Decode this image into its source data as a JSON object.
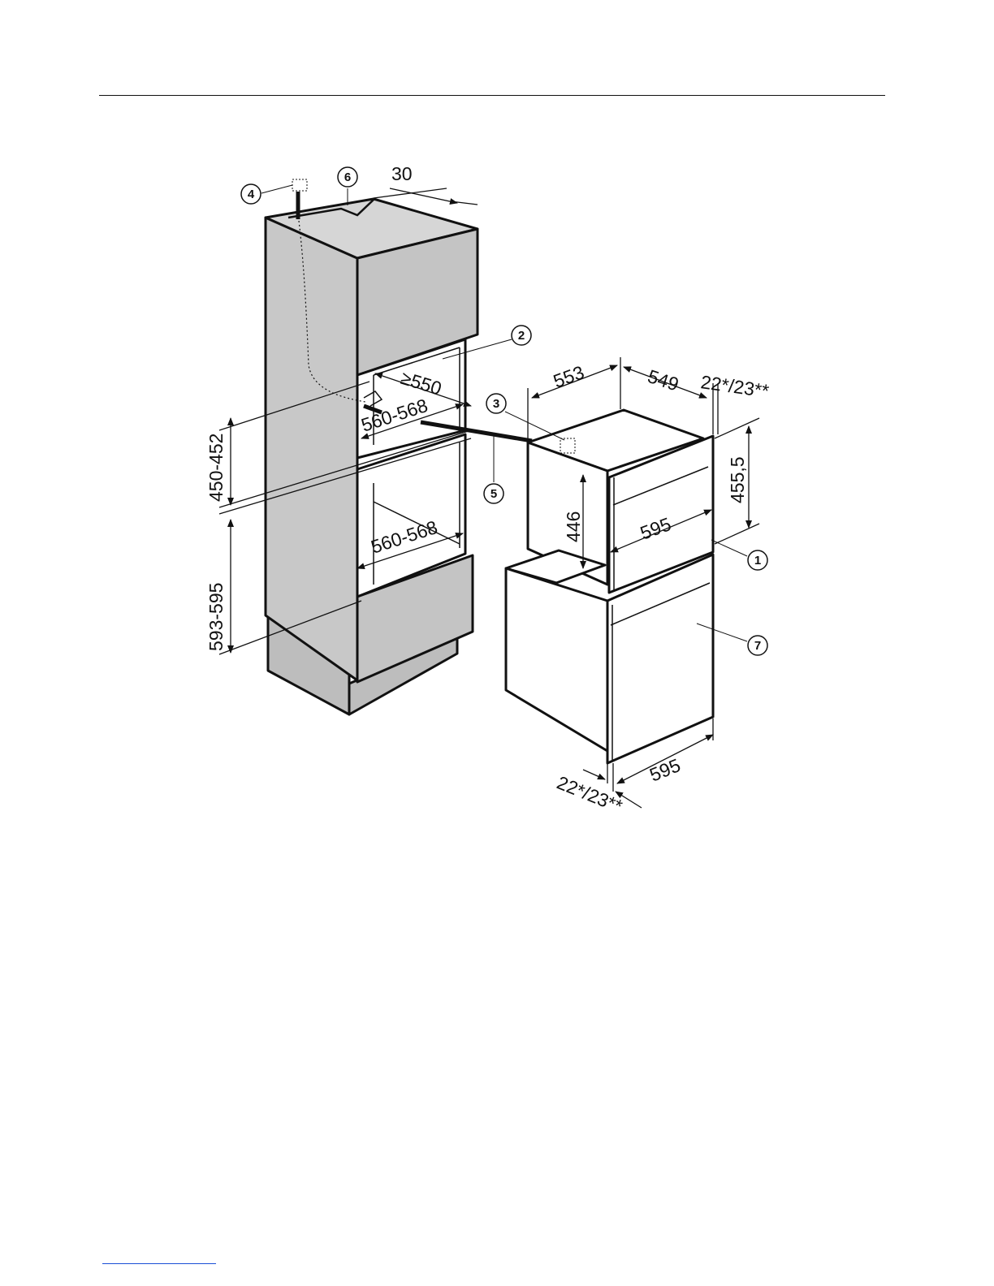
{
  "dimensions": {
    "clearance_top": "30",
    "niche_depth_min": "≥550",
    "niche_width_upper": "560-568",
    "niche_width_lower": "560-568",
    "niche_height_upper": "450-452",
    "niche_height_lower": "593-595",
    "appliance_depth_total": "553",
    "appliance_depth_body": "549",
    "front_thickness_top": "22*/23**",
    "front_height": "455,5",
    "body_height": "446",
    "front_width": "595",
    "oven_width": "595",
    "front_thickness_bottom": "22*/23**"
  },
  "callouts": [
    "1",
    "2",
    "3",
    "4",
    "5",
    "6",
    "7"
  ],
  "colors": {
    "cabinet_fill": "#c8c8c8",
    "cabinet_shade": "#b3b3b3",
    "line": "#111111",
    "footer_link": "#1a4fd6"
  }
}
